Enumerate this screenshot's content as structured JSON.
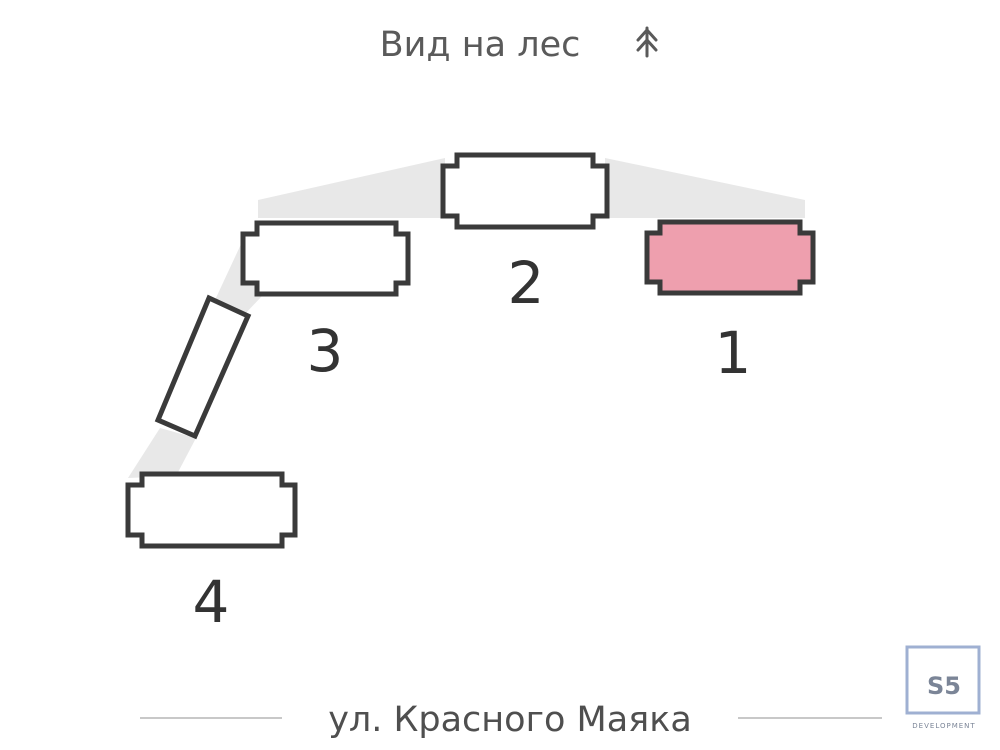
{
  "header": {
    "view_text": "Вид на лес",
    "forest_icon": "tree-arrow-up-icon"
  },
  "street": {
    "label": "ул. Красного Маяка"
  },
  "buildings": [
    {
      "number": "1",
      "highlighted": true
    },
    {
      "number": "2",
      "highlighted": false
    },
    {
      "number": "3",
      "highlighted": false
    },
    {
      "number": "4",
      "highlighted": false
    }
  ],
  "colors": {
    "highlight_fill": "#ee9fae",
    "building_fill": "#ffffff",
    "outline": "#3a3a3a",
    "connector": "#e8e8e8",
    "text": "#555555"
  },
  "logo": {
    "mark": "S5",
    "subtitle": "DEVELOPMENT"
  }
}
